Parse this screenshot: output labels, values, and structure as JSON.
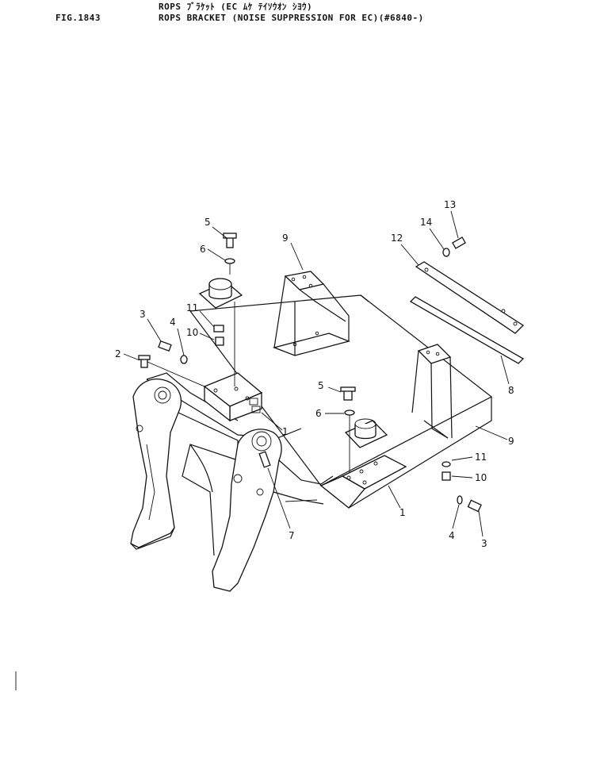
{
  "header": {
    "figure_number": "FIG.1843",
    "title_jp": "ROPS ﾌﾞﾗｹｯﾄ (EC ﾑｹ ﾃｲｿｳｵﾝ ｼﾖｳ)",
    "title_en": "ROPS BRACKET (NOISE SUPPRESSION FOR EC)(#6840-)"
  },
  "callouts": [
    {
      "id": "c5a",
      "label": "5"
    },
    {
      "id": "c6a",
      "label": "6"
    },
    {
      "id": "c9a",
      "label": "9"
    },
    {
      "id": "c13",
      "label": "13"
    },
    {
      "id": "c14",
      "label": "14"
    },
    {
      "id": "c12",
      "label": "12"
    },
    {
      "id": "c3a",
      "label": "3"
    },
    {
      "id": "c4a",
      "label": "4"
    },
    {
      "id": "c11a",
      "label": "11"
    },
    {
      "id": "c10a",
      "label": "10"
    },
    {
      "id": "c2",
      "label": "2"
    },
    {
      "id": "c1a",
      "label": "1"
    },
    {
      "id": "c5b",
      "label": "5"
    },
    {
      "id": "c6b",
      "label": "6"
    },
    {
      "id": "c8",
      "label": "8"
    },
    {
      "id": "c9b",
      "label": "9"
    },
    {
      "id": "c11b",
      "label": "11"
    },
    {
      "id": "c10b",
      "label": "10"
    },
    {
      "id": "c1b",
      "label": "1"
    },
    {
      "id": "c7",
      "label": "7"
    },
    {
      "id": "c4b",
      "label": "4"
    },
    {
      "id": "c3b",
      "label": "3"
    }
  ]
}
